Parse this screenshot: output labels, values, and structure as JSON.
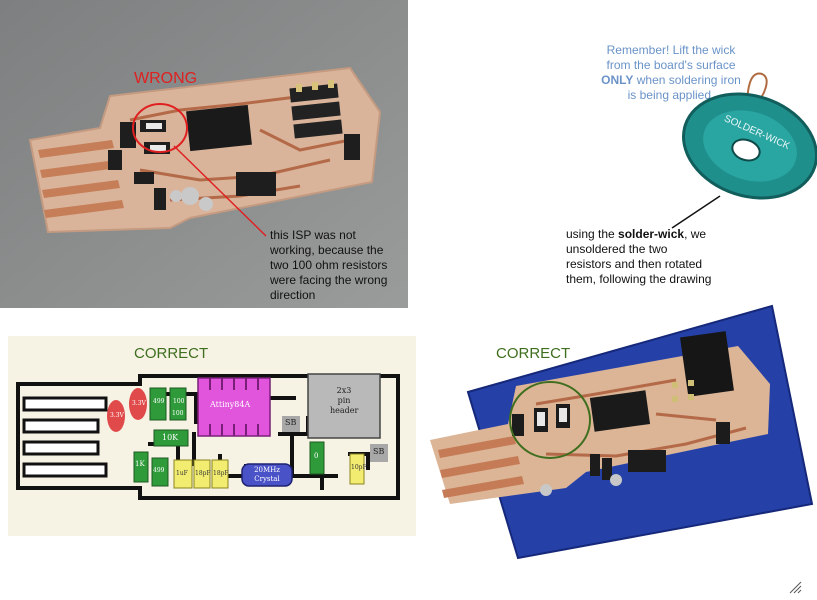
{
  "top_left": {
    "heading": "WRONG",
    "heading_color": "#e02020",
    "caption_lines": [
      "this ISP was not",
      "working, because the",
      "two 100 ohm resistors",
      "were facing the wrong",
      "direction"
    ]
  },
  "top_right": {
    "tip_line1": "Remember! Lift the wick",
    "tip_line2": "from the board's surface",
    "tip_only": "ONLY",
    "tip_line3_rest": " when soldering iron",
    "tip_line4": "is being applied.",
    "tip_color": "#6a93c8",
    "wick_brand": "SOLDER-WICK",
    "caption_prefix": "using the ",
    "caption_bold": "solder-wick",
    "caption_suffix": ", we",
    "caption_lines": [
      "unsoldered the two",
      "resistors and then rotated",
      "them, following the drawing"
    ]
  },
  "bottom_left": {
    "heading": "CORRECT",
    "heading_color": "#3e6e1e",
    "parts": {
      "chip": "Attiny84A",
      "header_l1": "2x3",
      "header_l2": "pin",
      "header_l3": "header",
      "crystal_l1": "20MHz",
      "crystal_l2": "Crystal",
      "r10k": "10K",
      "r1k": "1K",
      "r499a": "499",
      "r499b": "499",
      "r100a": "100",
      "r100b": "100",
      "d1": "3.3V",
      "d2": "3.3V",
      "sb1": "SB",
      "sb2": "SB",
      "c1": "1uF",
      "c2": "18pF",
      "c3": "18pF",
      "c4": "10pF",
      "r0": "0"
    }
  },
  "bottom_right": {
    "heading": "CORRECT",
    "heading_color": "#3e6e1e"
  }
}
